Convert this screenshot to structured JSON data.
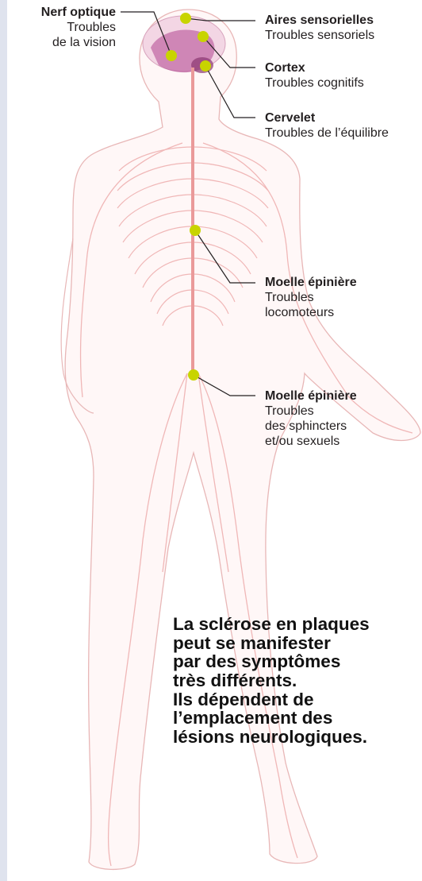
{
  "labels": [
    {
      "id": "nerf-optique",
      "title": "Nerf optique",
      "lines": [
        "Troubles",
        "de la vision"
      ]
    },
    {
      "id": "aires-sensorielles",
      "title": "Aires sensorielles",
      "lines": [
        "Troubles sensoriels"
      ]
    },
    {
      "id": "cortex",
      "title": "Cortex",
      "lines": [
        "Troubles cognitifs"
      ]
    },
    {
      "id": "cervelet",
      "title": "Cervelet",
      "lines": [
        "Troubles de l’équilibre"
      ]
    },
    {
      "id": "moelle-1",
      "title": "Moelle épinière",
      "lines": [
        "Troubles",
        "locomoteurs"
      ]
    },
    {
      "id": "moelle-2",
      "title": "Moelle épinière",
      "lines": [
        "Troubles",
        "des sphincters",
        "et/ou sexuels"
      ]
    }
  ],
  "caption": [
    "La sclérose en plaques",
    "peut se manifester",
    "par des symptômes",
    "très différents.",
    "Ils dépendent de",
    "l’emplacement des",
    "lésions neurologiques."
  ],
  "colors": {
    "marker": "#c8d400",
    "leader": "#231f20",
    "body_outline": "#e8b7b7",
    "nerve": "#f0b7b7",
    "spine": "#ea9a9a",
    "brain": "#b0468f"
  }
}
